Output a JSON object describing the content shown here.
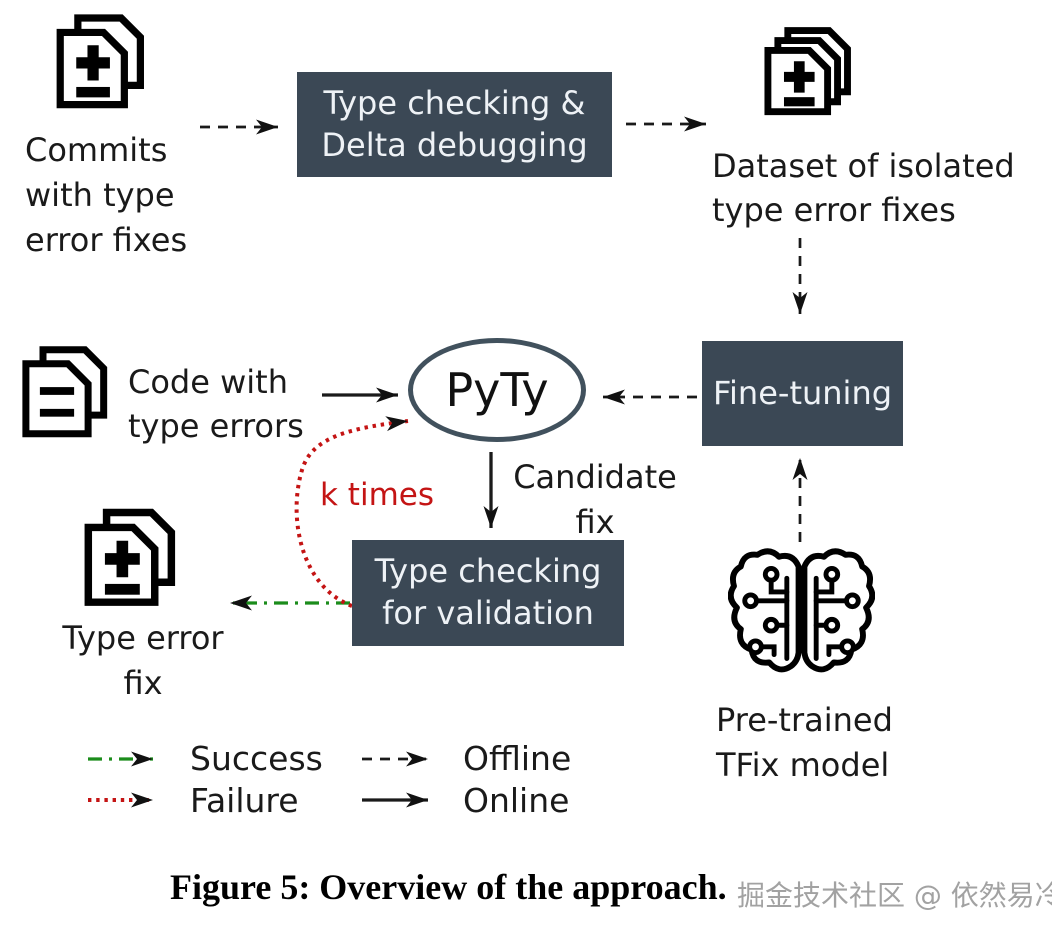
{
  "figure": {
    "caption": "Figure 5: Overview of the approach.",
    "watermark": "掘金技术社区 @ 依然易冷"
  },
  "nodes": {
    "commits": {
      "icon": "diff-document-stack-icon",
      "lines": [
        "Commits",
        "with type",
        "error fixes"
      ]
    },
    "type_checking_dd": {
      "lines": [
        "Type checking &",
        "Delta debugging"
      ]
    },
    "dataset": {
      "icon": "diff-document-multi-stack-icon",
      "lines": [
        "Dataset of isolated",
        "type error fixes"
      ]
    },
    "fine_tuning": {
      "label": "Fine-tuning"
    },
    "pyty": {
      "label": "PyTy"
    },
    "code_with_errors": {
      "icon": "code-document-stack-icon",
      "lines": [
        "Code with",
        "type errors"
      ]
    },
    "validation": {
      "lines": [
        "Type checking",
        "for validation"
      ]
    },
    "type_error_fix": {
      "icon": "diff-document-stack-icon",
      "lines": [
        "Type error",
        "fix"
      ]
    },
    "tfix_model": {
      "icon": "circuit-brain-icon",
      "lines": [
        "Pre-trained",
        "TFix model"
      ]
    }
  },
  "edge_labels": {
    "candidate_fix": [
      "Candidate",
      "fix"
    ],
    "k_times": "k times"
  },
  "legend": {
    "success": "Success",
    "failure": "Failure",
    "offline": "Offline",
    "online": "Online"
  },
  "colors": {
    "box": "#3b4855",
    "boxText": "#eef2f6",
    "ink": "#1a1a1a",
    "success": "#1b8c1b",
    "failure": "#c41414",
    "ellipseStroke": "#41515d"
  }
}
